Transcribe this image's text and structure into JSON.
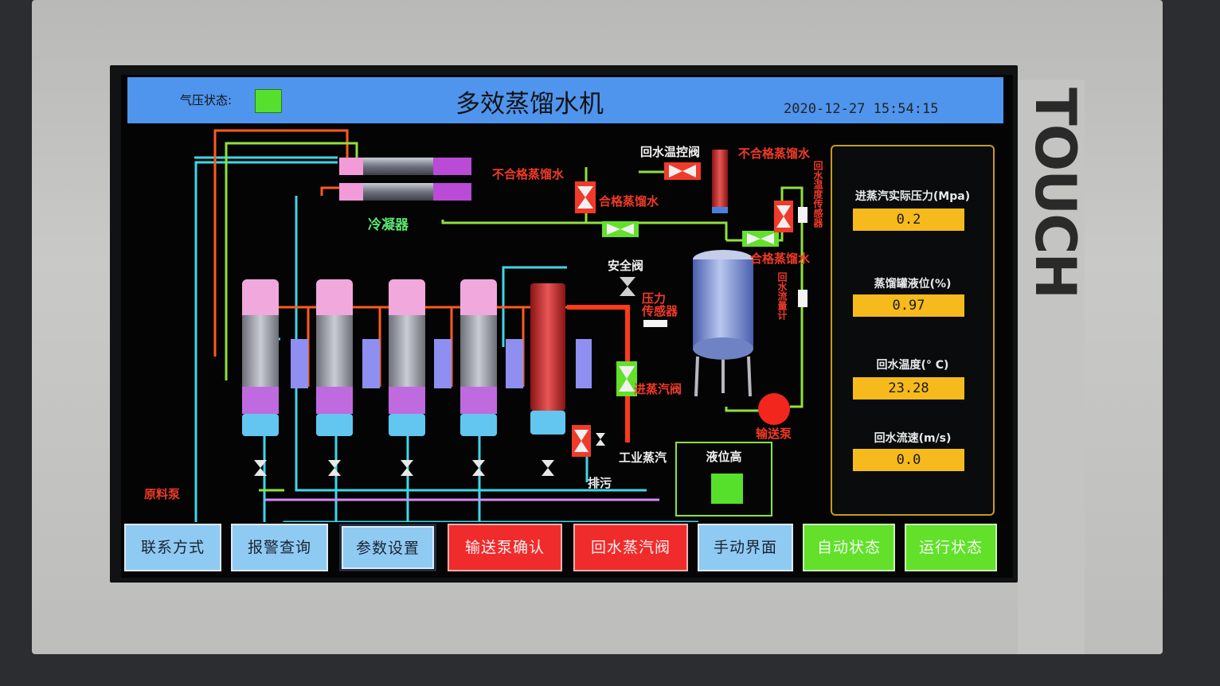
{
  "device": {
    "brand": "TOUCH"
  },
  "header": {
    "pressure_label": "气压状态:",
    "title": "多效蒸馏水机",
    "datetime": "2020-12-27 15:54:15"
  },
  "diagram": {
    "condenser": "冷凝器",
    "return_temp_valve": "回水温控阀",
    "reject_water_1": "不合格蒸馏水",
    "reject_water_2": "不合格蒸馏水",
    "qualified_water_1": "合格蒸馏水",
    "qualified_water_2": "合格蒸馏水",
    "return_temp_sensor": "回水温度传感器",
    "return_flow_meter": "回水流量计",
    "safety_valve": "安全阀",
    "pressure_sensor_1": "压力",
    "pressure_sensor_2": "传感器",
    "steam_inlet_valve": "进蒸汽阀",
    "industrial_steam": "工业蒸汽",
    "drain": "排污",
    "transfer_pump": "输送泵",
    "raw_pump": "原料泵",
    "level_high": "液位高"
  },
  "readings": [
    {
      "label": "进蒸汽实际压力(Mpa)",
      "value": "0.2"
    },
    {
      "label": "蒸馏罐液位(%)",
      "value": "0.97"
    },
    {
      "label": "回水温度(° C)",
      "value": "23.28"
    },
    {
      "label": "回水流速(m/s)",
      "value": "0.0"
    }
  ],
  "buttons": [
    {
      "label": "联系方式"
    },
    {
      "label": "报警查询"
    },
    {
      "label": "参数设置"
    },
    {
      "label": "输送泵确认"
    },
    {
      "label": "回水蒸汽阀"
    },
    {
      "label": "手动界面"
    },
    {
      "label": "自动状态"
    },
    {
      "label": "运行状态"
    }
  ],
  "colors": {
    "title_bar": "#4f95ee",
    "status_ok": "#54e02c",
    "alarm_red": "#f02b2b",
    "reading_box": "#f6ba1d",
    "pipe_cyan": "#3fd6e6",
    "pipe_orange": "#ff5a1e",
    "pipe_green": "#8fe13c"
  }
}
